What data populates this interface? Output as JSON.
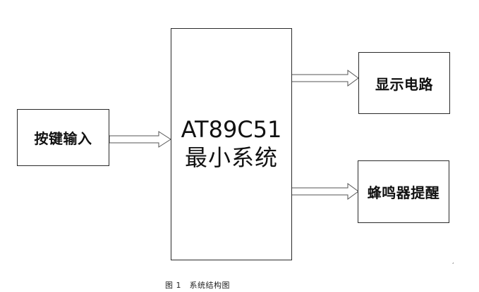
{
  "nodes": {
    "input": {
      "label": "按键输入"
    },
    "mcu": {
      "line1": "AT89C51",
      "line2": "最小系统"
    },
    "display": {
      "label": "显示电路"
    },
    "buzzer": {
      "label": "蜂鸣器提醒"
    }
  },
  "edges": [
    {
      "from": "input",
      "to": "mcu"
    },
    {
      "from": "mcu",
      "to": "display"
    },
    {
      "from": "mcu",
      "to": "buzzer"
    }
  ],
  "caption": "图 1　系统结构图",
  "corner_mark": "¸"
}
